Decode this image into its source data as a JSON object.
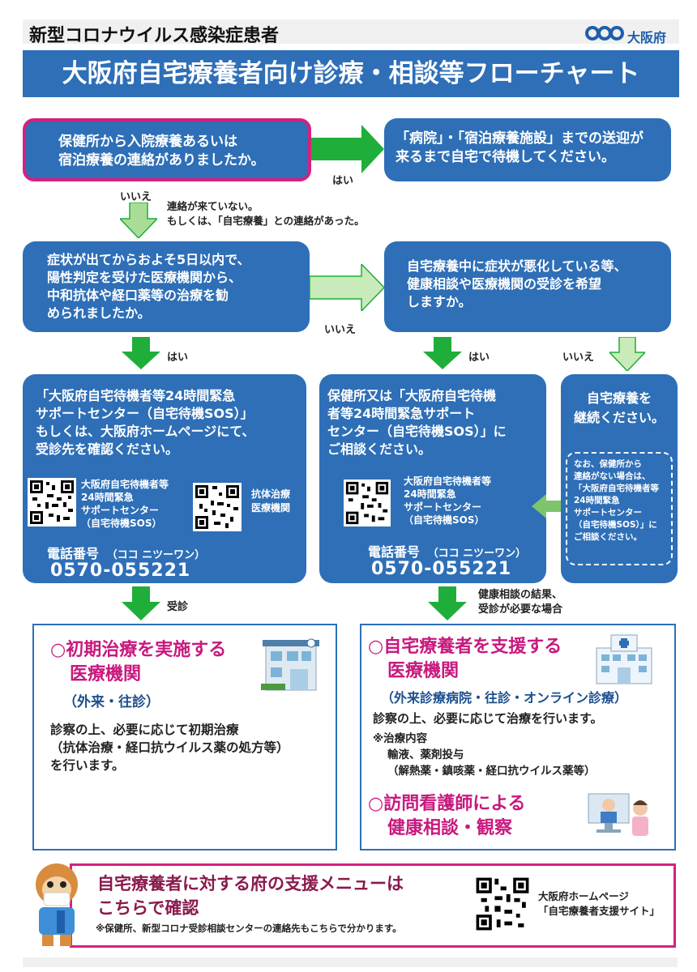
{
  "header": {
    "subtitle": "新型コロナウイルス感染症患者",
    "org_name": "大阪府",
    "title": "大阪府自宅療養者向け診療・相談等フローチャート"
  },
  "q1": {
    "text_l1": "保健所から入院療養あるいは",
    "text_l2": "宿泊療養の連絡がありましたか。"
  },
  "q1_yes_box": {
    "text_l1": "「病院」・「宿泊療養施設」までの送迎が",
    "text_l2": "来るまで自宅で待機してください。"
  },
  "labels": {
    "yes": "はい",
    "no": "いいえ",
    "consult": "受診",
    "result_l1": "健康相談の結果、",
    "result_l2": "受診が必要な場合"
  },
  "q1_no_note": {
    "l1": "連絡が来ていない。",
    "l2": "もしくは、「自宅療養」との連絡があった。"
  },
  "q2": {
    "l1": "症状が出てからおよそ5日以内で、",
    "l2": "陽性判定を受けた医療機関から、",
    "l3": "中和抗体や経口薬等の治療を勧",
    "l4": "められましたか。"
  },
  "q3": {
    "l1": "自宅療養中に症状が悪化している等、",
    "l2": "健康相談や医療機関の受診を希望",
    "l3": "しますか。"
  },
  "box_left": {
    "l1": "「大阪府自宅待機者等24時間緊急",
    "l2": "サポートセンター（自宅待機SOS）」",
    "l3": "もしくは、大阪府ホームページにて、",
    "l4": "受診先を確認ください。",
    "qr1_l1": "大阪府自宅待機者等",
    "qr1_l2": "24時間緊急",
    "qr1_l3": "サポートセンター",
    "qr1_l4": "（自宅待機SOS）",
    "qr2_l1": "抗体治療",
    "qr2_l2": "医療機関",
    "phone_label": "電話番号",
    "phone_reading": "（ココ ニツーワン）",
    "phone": "0570-055221"
  },
  "box_mid": {
    "l1": "保健所又は「大阪府自宅待機",
    "l2": "者等24時間緊急サポート",
    "l3": "センター（自宅待機SOS）」に",
    "l4": "ご相談ください。",
    "qr_l1": "大阪府自宅待機者等",
    "qr_l2": "24時間緊急",
    "qr_l3": "サポートセンター",
    "qr_l4": "（自宅待機SOS）",
    "phone_label": "電話番号",
    "phone_reading": "（ココ ニツーワン）",
    "phone": "0570-055221"
  },
  "box_right": {
    "l1": "自宅療養を",
    "l2": "継続ください。",
    "note_l1": "なお、保健所から",
    "note_l2": "連絡がない場合は、",
    "note_l3": "「大阪府自宅待機者等",
    "note_l4": "24時間緊急",
    "note_l5": "サポートセンター",
    "note_l6": "（自宅待機SOS）」に",
    "note_l7": "ご相談ください。"
  },
  "result_left": {
    "title_l1": "○初期治療を実施する",
    "title_l2": "医療機関",
    "sub": "（外来・往診）",
    "body_l1": "診察の上、必要に応じて初期治療",
    "body_l2": "（抗体治療・経口抗ウイルス薬の処方等）",
    "body_l3": "を行います。"
  },
  "result_right": {
    "title_l1": "○自宅療養者を支援する",
    "title_l2": "医療機関",
    "sub": "（外来診療病院・往診・オンライン診療）",
    "body_l1": "診察の上、必要に応じて治療を行います。",
    "body_l2": "※治療内容",
    "body_l3": "輸液、薬剤投与",
    "body_l4": "（解熱薬・鎮咳薬・経口抗ウイルス薬等）",
    "visit_l1": "○訪問看護師による",
    "visit_l2": "健康相談・観察"
  },
  "footer": {
    "l1": "自宅療養者に対する府の支援メニューは",
    "l2": "こちらで確認",
    "note": "※保健所、新型コロナ受診相談センターの連絡先もこちらで分かります。",
    "site_l1": "大阪府ホームページ",
    "site_l2": "「自宅療養者支援サイト」"
  },
  "colors": {
    "blue": "#2e6fb7",
    "magenta": "#c8197e",
    "green": "#1fae3a",
    "light_green": "#9fd98a"
  }
}
